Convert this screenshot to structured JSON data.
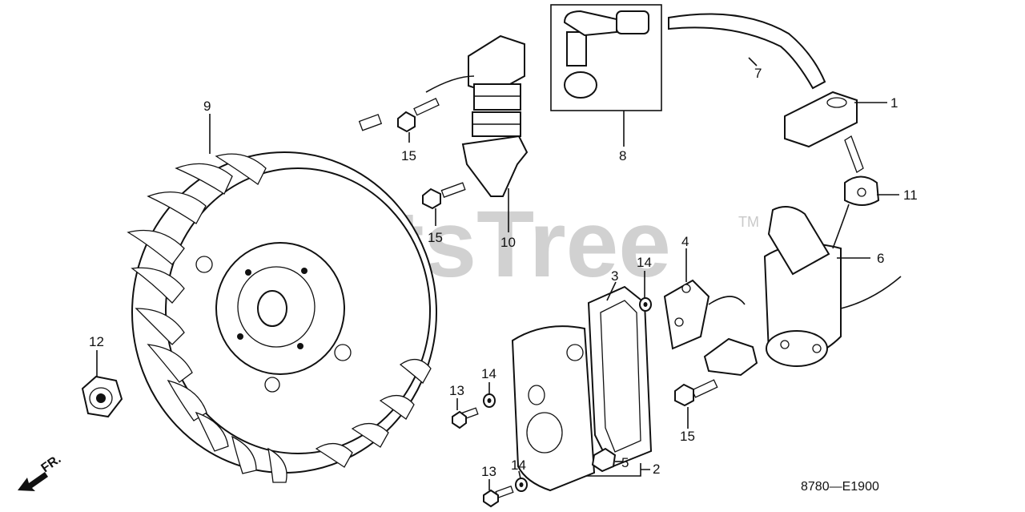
{
  "watermark": {
    "text": "PartsTree",
    "trademark": "TM"
  },
  "direction_marker": {
    "text": "FR.",
    "icon": "arrow-down-left-icon"
  },
  "diagram_code": "8780—E1900",
  "callouts": [
    {
      "id": "c1",
      "label": "1"
    },
    {
      "id": "c2",
      "label": "2"
    },
    {
      "id": "c3",
      "label": "3"
    },
    {
      "id": "c4",
      "label": "4"
    },
    {
      "id": "c5",
      "label": "5"
    },
    {
      "id": "c6",
      "label": "6"
    },
    {
      "id": "c7",
      "label": "7"
    },
    {
      "id": "c8",
      "label": "8"
    },
    {
      "id": "c9",
      "label": "9"
    },
    {
      "id": "c10",
      "label": "10"
    },
    {
      "id": "c11",
      "label": "11"
    },
    {
      "id": "c12",
      "label": "12"
    },
    {
      "id": "c13a",
      "label": "13"
    },
    {
      "id": "c13b",
      "label": "13"
    },
    {
      "id": "c14a",
      "label": "14"
    },
    {
      "id": "c14b",
      "label": "14"
    },
    {
      "id": "c14c",
      "label": "14"
    },
    {
      "id": "c15a",
      "label": "15"
    },
    {
      "id": "c15b",
      "label": "15"
    },
    {
      "id": "c15c",
      "label": "15"
    }
  ]
}
